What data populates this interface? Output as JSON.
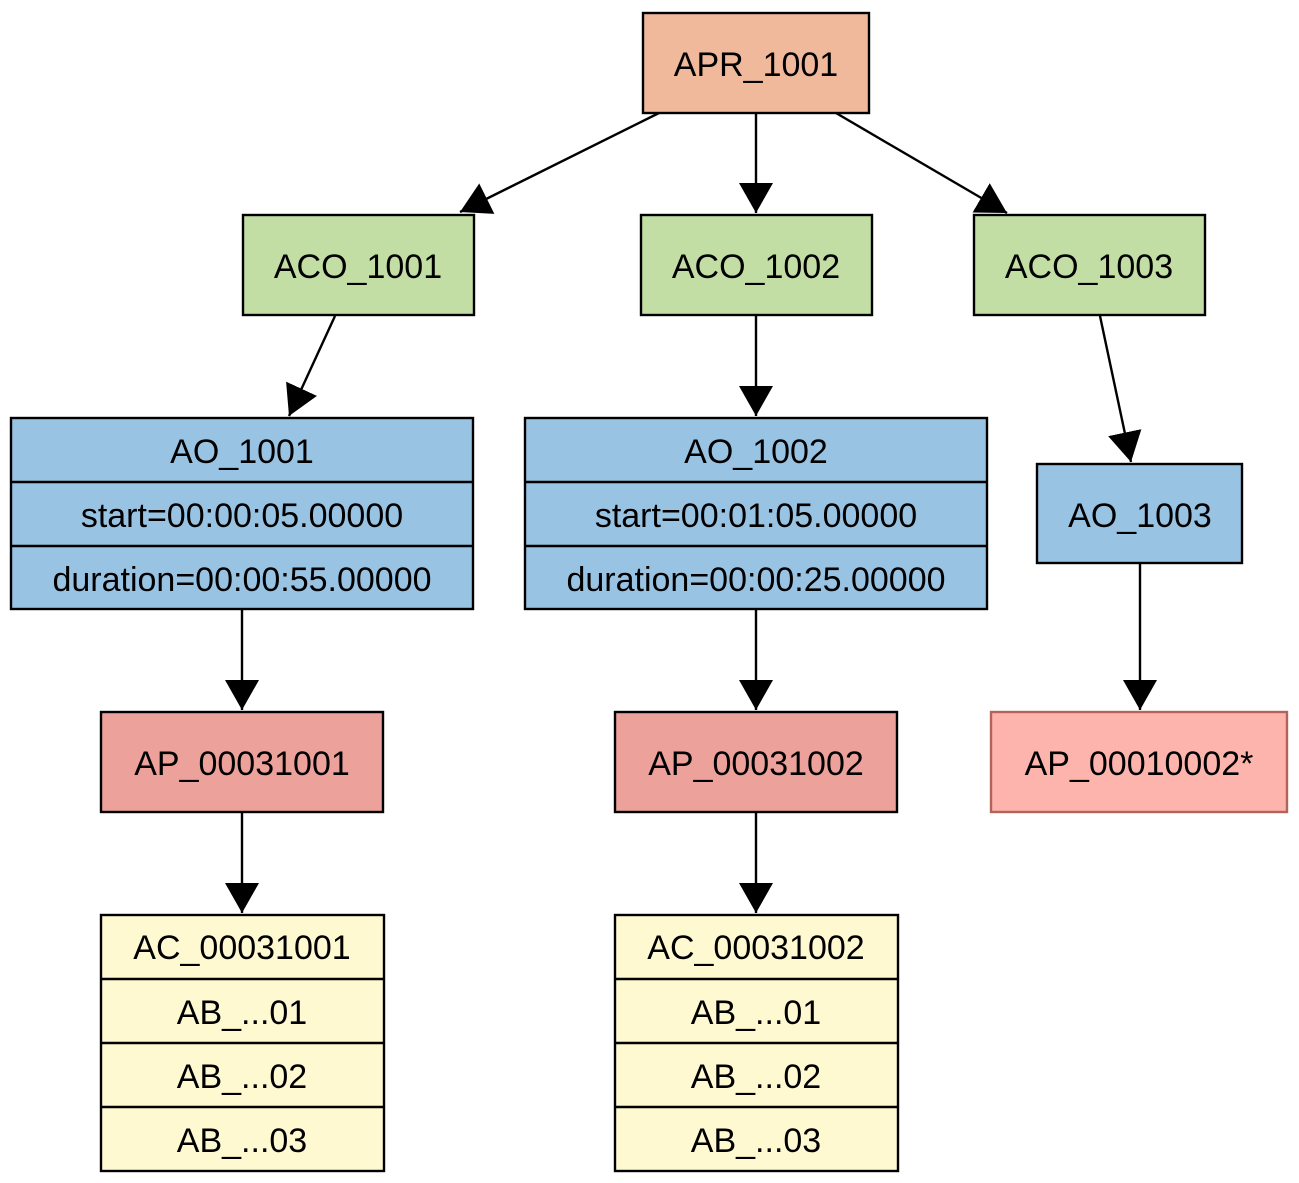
{
  "colors": {
    "root": "#f0b99b",
    "aco": "#c3dea4",
    "ao": "#99c3e3",
    "ap": "#eca19a",
    "ap_missing": "#fdb4ad",
    "ap_missing_border": "#b3645a",
    "ac": "#fff9d1",
    "border": "#000000",
    "edge": "#000000"
  },
  "nodes": {
    "root": {
      "label": "APR_1001"
    },
    "aco1": {
      "label": "ACO_1001"
    },
    "aco2": {
      "label": "ACO_1002"
    },
    "aco3": {
      "label": "ACO_1003"
    },
    "ao1": {
      "label": "AO_1001",
      "start": "start=00:00:05.00000",
      "duration": "duration=00:00:55.00000"
    },
    "ao2": {
      "label": "AO_1002",
      "start": "start=00:01:05.00000",
      "duration": "duration=00:00:25.00000"
    },
    "ao3": {
      "label": "AO_1003"
    },
    "ap1": {
      "label": "AP_00031001"
    },
    "ap2": {
      "label": "AP_00031002"
    },
    "ap3": {
      "label": "AP_00010002*"
    },
    "ac1": {
      "label": "AC_00031001",
      "items": [
        "AB_...01",
        "AB_...02",
        "AB_...03"
      ]
    },
    "ac2": {
      "label": "AC_00031002",
      "items": [
        "AB_...01",
        "AB_...02",
        "AB_...03"
      ]
    }
  },
  "edges": [
    {
      "from": "APR_1001",
      "to": "ACO_1001"
    },
    {
      "from": "APR_1001",
      "to": "ACO_1002"
    },
    {
      "from": "APR_1001",
      "to": "ACO_1003"
    },
    {
      "from": "ACO_1001",
      "to": "AO_1001"
    },
    {
      "from": "ACO_1002",
      "to": "AO_1002"
    },
    {
      "from": "ACO_1003",
      "to": "AO_1003"
    },
    {
      "from": "AO_1001",
      "to": "AP_00031001"
    },
    {
      "from": "AO_1002",
      "to": "AP_00031002"
    },
    {
      "from": "AO_1003",
      "to": "AP_00010002*"
    },
    {
      "from": "AP_00031001",
      "to": "AC_00031001"
    },
    {
      "from": "AP_00031002",
      "to": "AC_00031002"
    }
  ]
}
